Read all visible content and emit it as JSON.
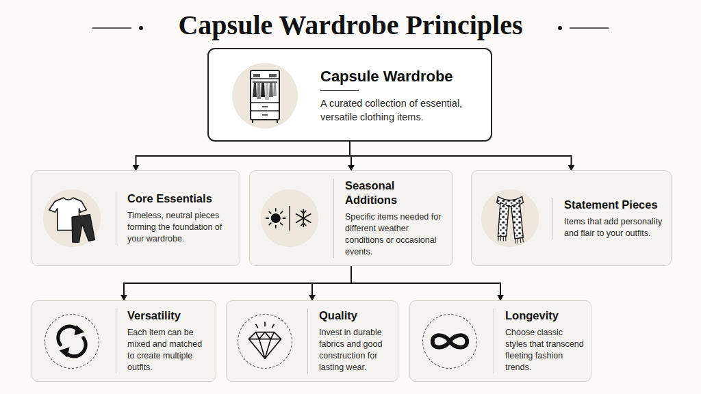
{
  "diagram": {
    "title": "Capsule Wardrobe Principles",
    "nodes": [
      {
        "text": [
          "Capsule Wardrobe",
          "A curated collection of essential, versatile clothing items."
        ]
      },
      {
        "text": [
          "Core Essentials",
          "Timeless, neutral pieces forming the foundation of your wardrobe."
        ]
      },
      {
        "text": [
          "Seasonal Additions",
          "Specific items needed for different weather conditions or occasional events."
        ]
      },
      {
        "text": [
          "Statement Pieces",
          "Items that add personality and flair to your outfits."
        ]
      },
      {
        "text": [
          "Versatility",
          "Each item can be mixed and matched to create multiple outfits."
        ]
      },
      {
        "text": [
          "Quality",
          "Invest in durable fabrics and good construction for lasting wear."
        ]
      },
      {
        "text": [
          "Longevity",
          "Choose classic styles that transcend fleeting fashion trends."
        ]
      }
    ],
    "edges": [
      {
        "from": 0,
        "to": 1,
        "arrow": "to"
      },
      {
        "from": 0,
        "to": 2,
        "arrow": "to"
      },
      {
        "from": 0,
        "to": 3,
        "arrow": "to"
      },
      {
        "from": 2,
        "to": 4,
        "arrow": "to"
      },
      {
        "from": 2,
        "to": 5,
        "arrow": "to"
      },
      {
        "from": 2,
        "to": 6,
        "arrow": "to"
      }
    ]
  }
}
